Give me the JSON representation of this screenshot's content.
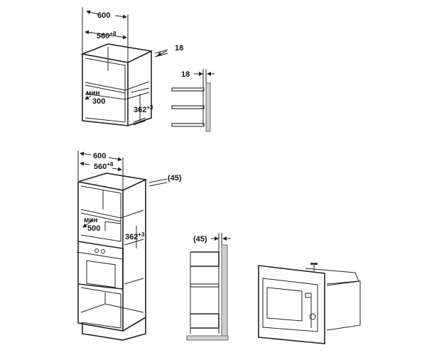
{
  "top_cabinet": {
    "width_total": "600",
    "width_inner": "560",
    "width_inner_tol": "+8",
    "side_thickness": "18",
    "min_label": "мин",
    "min_depth": "300",
    "height_opening": "362",
    "height_opening_tol": "+3"
  },
  "top_side_view": {
    "thickness": "18"
  },
  "tall_cabinet": {
    "width_total": "600",
    "width_inner": "560",
    "width_inner_tol": "+8",
    "side_gap": "(45)",
    "min_label": "мин",
    "min_depth": "500",
    "height_opening": "362",
    "height_opening_tol": "+3"
  },
  "tall_side_view": {
    "gap": "(45)"
  }
}
